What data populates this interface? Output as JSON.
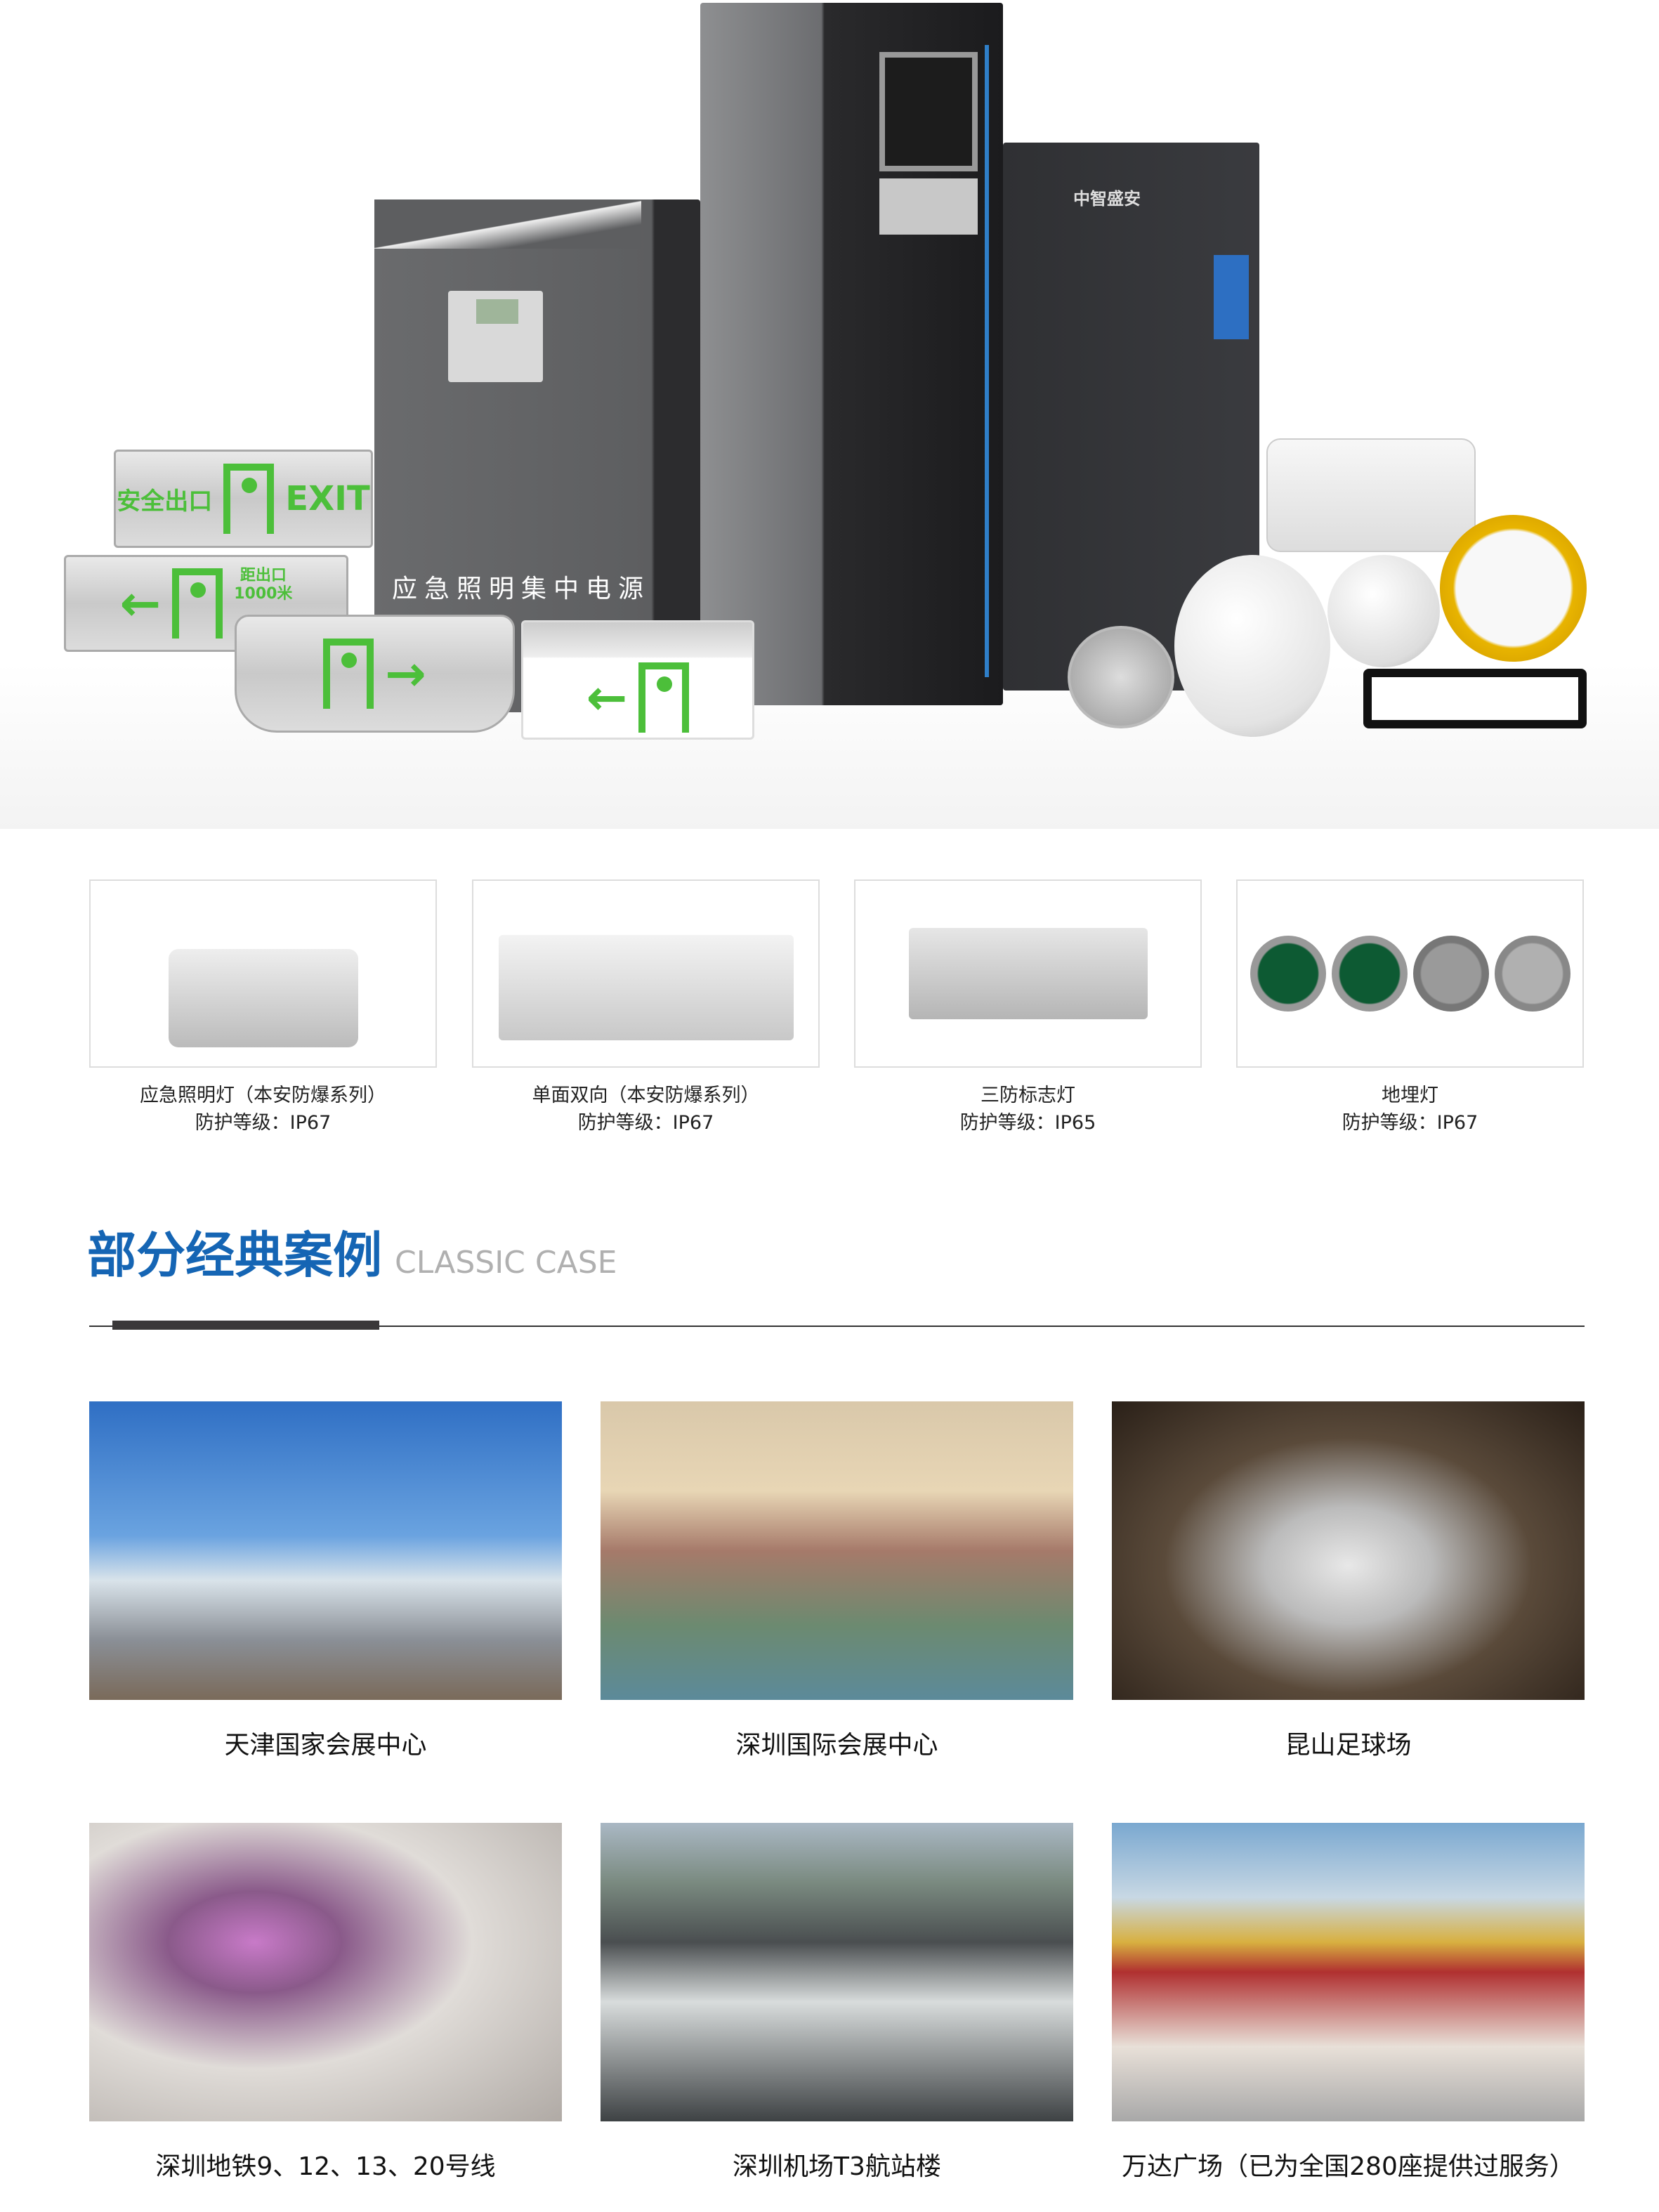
{
  "hero": {
    "cabinet_label": "应急照明集中电源",
    "brand_label": "中智盛安",
    "sign_texts": {
      "safe_exit": "安全出口",
      "exit": "EXIT",
      "distance": "距出口",
      "distance_value": "1000米"
    }
  },
  "products": [
    {
      "name": "应急照明灯（本安防爆系列）",
      "rating": "防护等级：IP67"
    },
    {
      "name": "单面双向（本安防爆系列）",
      "rating": "防护等级：IP67"
    },
    {
      "name": "三防标志灯",
      "rating": "防护等级：IP65"
    },
    {
      "name": "地埋灯",
      "rating": "防护等级：IP67"
    }
  ],
  "section": {
    "title": "部分经典案例",
    "subtitle": "CLASSIC CASE",
    "accent": "#1565b4"
  },
  "cases": [
    {
      "name": "天津国家会展中心"
    },
    {
      "name": "深圳国际会展中心"
    },
    {
      "name": "昆山足球场"
    },
    {
      "name": "深圳地铁9、12、13、20号线"
    },
    {
      "name": "深圳机场T3航站楼"
    },
    {
      "name": "万达广场（已为全国280座提供过服务）"
    }
  ]
}
